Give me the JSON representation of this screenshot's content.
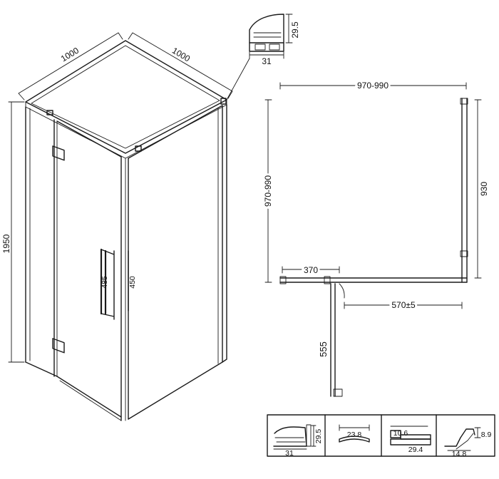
{
  "dimensions": {
    "width_left": "1000",
    "width_right": "1000",
    "height": "1950",
    "handle_inner": "485",
    "handle_outer": "450",
    "profile_height": "29.5",
    "profile_width": "31",
    "plan_width": "970-990",
    "plan_depth": "970-990",
    "plan_side": "930",
    "fixed_panel": "370",
    "door_opening": "570±5",
    "door_swing": "555"
  },
  "profiles": {
    "p1_height": "29.5",
    "p1_width": "31",
    "p2_width": "23.8",
    "p3_height": "10.6",
    "p3_width": "29.4",
    "p4_height": "8.9",
    "p4_width": "14.8"
  }
}
